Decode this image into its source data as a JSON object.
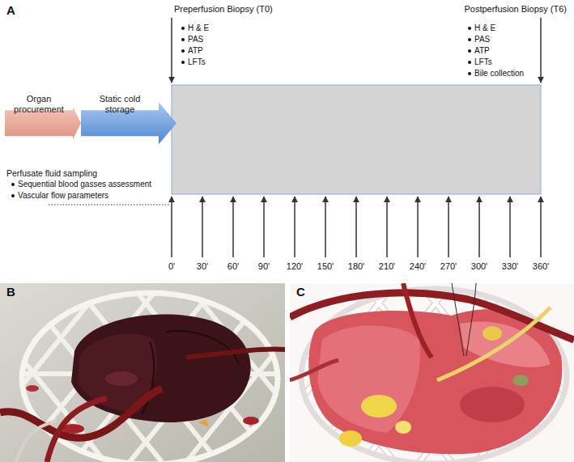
{
  "diagram": {
    "nodes": [
      {
        "text": [
          "Organ procurement"
        ]
      },
      {
        "text": [
          "Static cold storage"
        ]
      }
    ],
    "labels": [
      "A",
      "Preperfusion Biopsy (T0)",
      "H & E",
      "PAS",
      "ATP",
      "LFTs",
      "Postperfusion Biopsy (T6)",
      "H & E",
      "PAS",
      "ATP",
      "LFTs",
      "Bile collection",
      "Perfusate fluid sampling",
      "Sequential blood gasses assessment",
      "Vascular flow parameters",
      "0'",
      "30'",
      "60'",
      "90'",
      "120'",
      "150'",
      "180'",
      "210'",
      "240'",
      "270'",
      "300'",
      "330'",
      "360'",
      "B",
      "C"
    ]
  }
}
